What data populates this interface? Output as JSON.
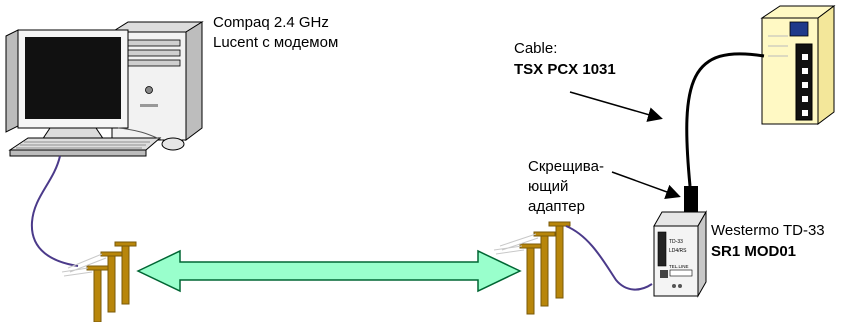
{
  "computer": {
    "line1": "Compaq 2.4 GHz",
    "line2": "Lucent с модемом"
  },
  "cable": {
    "label": "Cable:",
    "model": "TSX PCX 1031"
  },
  "adapter": {
    "line1": "Скрещива-",
    "line2": "ющий",
    "line3": "адаптер"
  },
  "modem": {
    "line1": "Westermo TD-33",
    "line2": "SR1 MOD01",
    "face_text_1": "TD-33",
    "face_text_2": "LD4/RS",
    "face_text_3": "TEL.LINE"
  },
  "colors": {
    "arrow_fill": "#99ffcc",
    "arrow_stroke": "#006633",
    "pole": "#b8860b",
    "pole_dark": "#7a5a08",
    "phone_cable": "#4b3a8a",
    "plc_body": "#fff9c4",
    "monitor_screen": "#111111",
    "pc_beige": "#f2f2f2"
  }
}
